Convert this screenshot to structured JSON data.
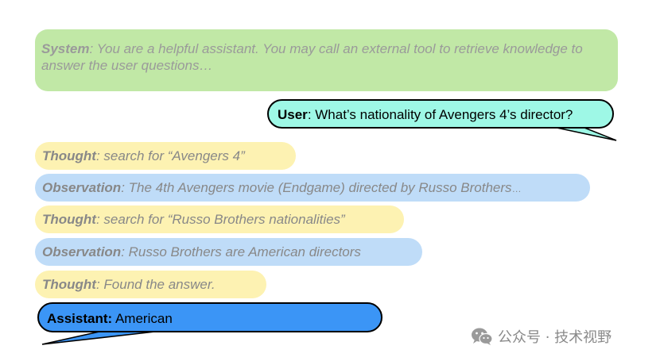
{
  "system": {
    "label": "System",
    "text": ": You are a helpful assistant. You may call an external tool to retrieve knowledge to answer the user questions…"
  },
  "user": {
    "label": "User",
    "text": ": What’s nationality of Avengers 4’s director?"
  },
  "steps": [
    {
      "label": "Thought",
      "text": ": search for “Avengers 4”"
    },
    {
      "label": "Observation",
      "text": ": The 4th Avengers movie (Endgame) directed by Russo Brothers",
      "suffix": "…"
    },
    {
      "label": "Thought",
      "text": ": search for “Russo Brothers nationalities”"
    },
    {
      "label": "Observation",
      "text": ": Russo Brothers are American directors"
    },
    {
      "label": "Thought",
      "text": ": Found the answer."
    }
  ],
  "assistant": {
    "label": "Assistant:",
    "text": " American"
  },
  "watermark": {
    "text": "公众号 · 技术视野",
    "icon": "wechat-icon"
  },
  "colors": {
    "system": "#c1e8a6",
    "user": "#9ef8e6",
    "thought": "#fdf2b2",
    "observation": "#bfdcf8",
    "assistant": "#3b95f6"
  }
}
